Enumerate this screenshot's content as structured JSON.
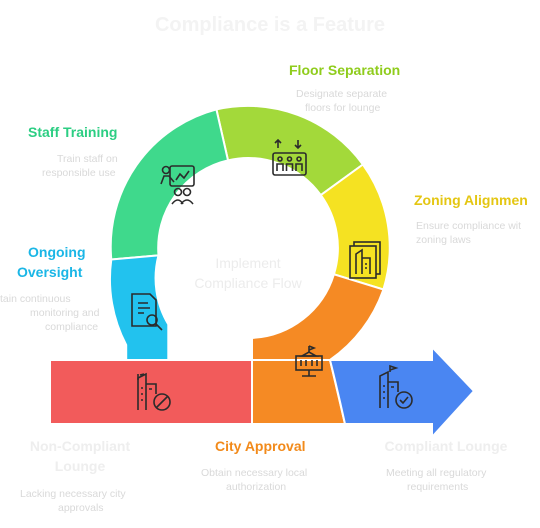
{
  "title": "Compliance is a Feature",
  "center": {
    "line1": "Implement",
    "line2": "Compliance Flow"
  },
  "steps": {
    "floor_separation": {
      "label": "Floor Separation",
      "desc1": "Designate separate",
      "desc2": "floors for lounge",
      "color": "#a3d93a"
    },
    "staff_training": {
      "label": "Staff Training",
      "desc1": "Train staff on",
      "desc2": "responsible use",
      "color": "#3fd98c"
    },
    "zoning_alignment": {
      "label": "Zoning Alignmen",
      "desc1": "Ensure compliance wit",
      "desc2": "zoning laws",
      "color": "#f5e222"
    },
    "ongoing_oversight": {
      "label1": "Ongoing",
      "label2": "Oversight",
      "desc1": "tain continuous",
      "desc2": "monitoring and",
      "desc3": "compliance",
      "color": "#22c2ee"
    },
    "city_approval": {
      "label": "City Approval",
      "desc1": "Obtain necessary local",
      "desc2": "authorization",
      "color": "#f58a24"
    },
    "non_compliant": {
      "label1": "Non-Compliant",
      "label2": "Lounge",
      "desc1": "Lacking necessary city",
      "desc2": "approvals",
      "color": "#f25b5b"
    },
    "compliant": {
      "label": "Compliant Lounge",
      "desc1": "Meeting all regulatory",
      "desc2": "requirements",
      "color": "#4a86f2"
    }
  },
  "colors": {
    "green_label": "#2cce83",
    "yellow_label": "#e4c612",
    "cyan_label": "#1ab6e6",
    "orange_label": "#f28a1a",
    "lime_label": "#8fcc1c"
  },
  "icons": [
    "people-presentation-icon",
    "elevator-floors-icon",
    "building-permit-icon",
    "report-search-icon",
    "city-hall-icon",
    "building-blocked-icon",
    "building-approved-icon"
  ]
}
